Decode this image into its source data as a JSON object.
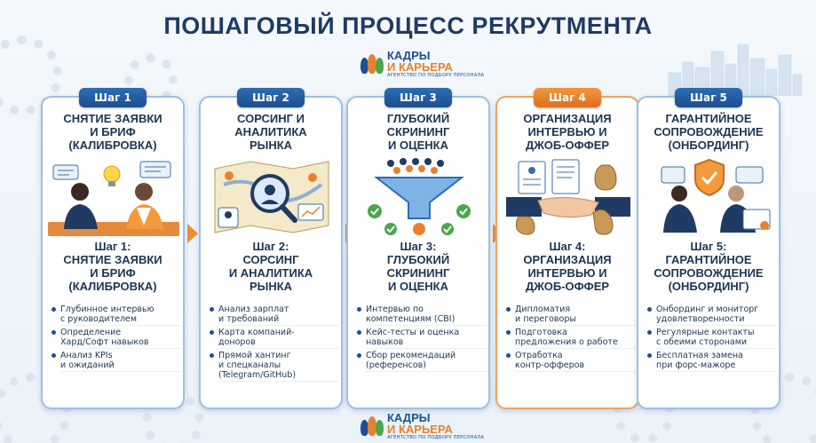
{
  "title": "ПОШАГОВЫЙ ПРОЦЕСС РЕКРУТМЕНТА",
  "logo": {
    "line1": "КАДРЫ",
    "line2": "И КАРЬЕРА",
    "tagline": "АГЕНТСТВО ПО ПОДБОРУ ПЕРСОНАЛА",
    "colors": {
      "blue": "#1e4f91",
      "orange": "#e8812c",
      "green": "#4ca64c"
    }
  },
  "accent_color": "#f08a33",
  "primary_color": "#1e4f91",
  "steps": [
    {
      "badge": "Шаг 1",
      "heading": "СНЯТИЕ ЗАЯВКИ\nИ БРИФ\n(КАЛИБРОВКА)",
      "subheading": "Шаг 1:\nСНЯТИЕ ЗАЯВКИ\nИ БРИФ\n(КАЛИБРОВКА)",
      "illustration": "meeting-icon",
      "bullets": [
        "Глубинное интервью\nс руководителем",
        "Определение\nХард/Софт навыков",
        "Анализ KPIs\nи ожиданий"
      ]
    },
    {
      "badge": "Шаг 2",
      "heading": "СОРСИНГ И\nАНАЛИТИКА\nРЫНКА",
      "subheading": "Шаг 2:\nСОРСИНГ\nИ АНАЛИТИКА\nРЫНКА",
      "illustration": "map-magnifier-icon",
      "bullets": [
        "Анализ зарплат\nи требований",
        "Карта компаний-\nдоноров",
        "Прямой хантинг\nи спецканалы\n(Telegram/GitHub)"
      ]
    },
    {
      "badge": "Шаг 3",
      "heading": "ГЛУБОКИЙ\nСКРИНИНГ\nИ ОЦЕНКА",
      "subheading": "Шаг 3:\nГЛУБОКИЙ\nСКРИНИНГ\nИ ОЦЕНКА",
      "illustration": "funnel-icon",
      "bullets": [
        "Интервью по\nкомпетенциям (CBI)",
        "Кейс-тесты и оценка\nнавыков",
        "Сбор рекомендаций\n(референсов)"
      ]
    },
    {
      "badge": "Шаг 4",
      "heading": "ОРГАНИЗАЦИЯ\nИНТЕРВЬЮ И\nДЖОБ-ОФФЕР",
      "subheading": "Шаг 4:\nОРГАНИЗАЦИЯ\nИНТЕРВЬЮ И\nДЖОБ-ОФФЕР",
      "illustration": "handshake-icon",
      "bullets": [
        "Дипломатия\nи переговоры",
        "Подготовка\nпредложения о работе",
        "Отработка\nконтр-офферов"
      ]
    },
    {
      "badge": "Шаг 5",
      "heading": "ГАРАНТИЙНОЕ\nСОПРОВОЖДЕНИЕ\n(ОНБОРДИНГ)",
      "subheading": "Шаг 5:\nГАРАНТИЙНОЕ\nСОПРОВОЖДЕНИЕ\n(ОНБОРДИНГ)",
      "illustration": "shield-team-icon",
      "bullets": [
        "Онбординг и мониторг\nудовлетворенности",
        "Регулярные контакты\nс обеими сторонами",
        "Бесплатная замена\nпри форс-мажоре"
      ]
    }
  ]
}
